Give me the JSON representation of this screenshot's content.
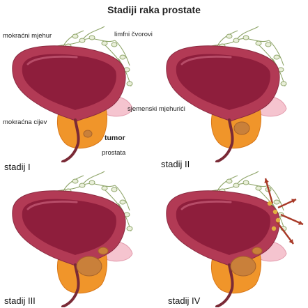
{
  "title": "Stadiji raka prostate",
  "labels": {
    "bladder": "mokraćni mjehur",
    "lymph": "limfni čvorovi",
    "vesicles": "sjemenski mjehurići",
    "urethra": "mokraćna cijev",
    "tumor": "tumor",
    "prostate": "prostata"
  },
  "stages": [
    "stadij I",
    "stadij II",
    "stadij III",
    "stadij IV"
  ],
  "colors": {
    "bladder_wall": "#b23a55",
    "bladder_inner": "#8e1e3c",
    "prostate": "#f0952a",
    "tumor": "#c9803a",
    "vesicles": "#f5c4cf",
    "lymph": "#8fa56a",
    "arrow": "#a83a28"
  }
}
